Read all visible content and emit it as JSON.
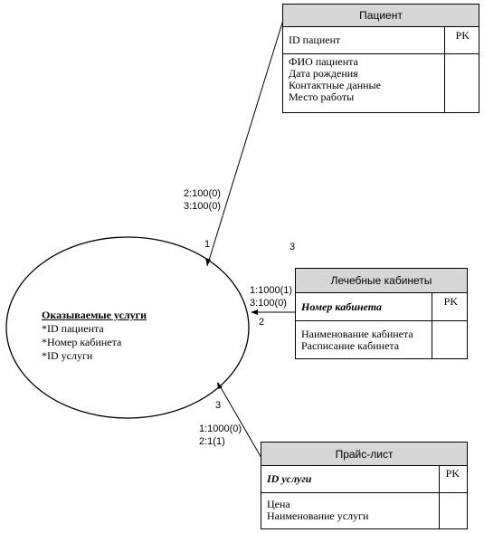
{
  "center": {
    "title": "Оказываемые услуги",
    "items": [
      "*ID пациента",
      "*Номер кабинета",
      "*ID услуги"
    ]
  },
  "patient": {
    "title": "Пациент",
    "pk": "PK",
    "key": "ID пациент",
    "attributes": [
      "ФИО пациента",
      "Дата рождения",
      "Контактные данные",
      "Место работы"
    ]
  },
  "rooms": {
    "title": "Лечебные кабинеты",
    "pk": "PK",
    "key": "Номер кабинета",
    "attributes": [
      "Наименование кабинета",
      "Расписание  кабинета"
    ]
  },
  "prices": {
    "title": "Прайс-лист",
    "pk": "PK",
    "key": "ID услуги",
    "attributes": [
      "Цена",
      "Наименование услуги"
    ]
  },
  "relations": {
    "patient": {
      "line1": "2:100(0)",
      "line2": "3:100(0)",
      "number": "1"
    },
    "rooms": {
      "line1": "1:1000(1)",
      "line2": "3:100(0)",
      "number": "2",
      "extra": "3"
    },
    "prices": {
      "line1": "1:1000(0)",
      "line2": "2:1(1)",
      "number": "3"
    }
  }
}
